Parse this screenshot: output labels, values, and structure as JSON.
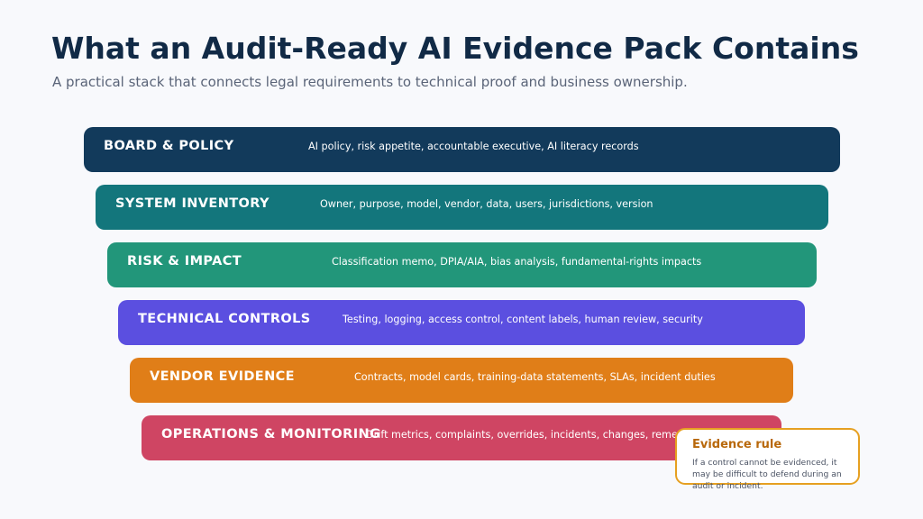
{
  "page": {
    "title": "What an Audit-Ready AI Evidence Pack Contains",
    "subtitle": "A practical stack that connects legal requirements to technical proof and business ownership."
  },
  "layers": [
    {
      "name": "BOARD & POLICY",
      "description": "AI policy, risk appetite, accountable executive, AI literacy records",
      "color": "#123a5b"
    },
    {
      "name": "SYSTEM INVENTORY",
      "description": "Owner, purpose, model, vendor, data, users, jurisdictions, version",
      "color": "#13767c"
    },
    {
      "name": "RISK & IMPACT",
      "description": "Classification memo, DPIA/AIA, bias analysis, fundamental-rights impacts",
      "color": "#22967a"
    },
    {
      "name": "TECHNICAL CONTROLS",
      "description": "Testing, logging, access control, content labels, human review, security",
      "color": "#5b4fe0"
    },
    {
      "name": "VENDOR EVIDENCE",
      "description": "Contracts, model cards, training-data statements, SLAs, incident duties",
      "color": "#e07e18"
    },
    {
      "name": "OPERATIONS & MONITORING",
      "description": "Drift metrics, complaints, overrides, incidents, changes, remediation",
      "color": "#cf4563"
    }
  ],
  "rule": {
    "title": "Evidence rule",
    "text": "If a control cannot be evidenced, it may be difficult to defend during an audit or incident."
  }
}
